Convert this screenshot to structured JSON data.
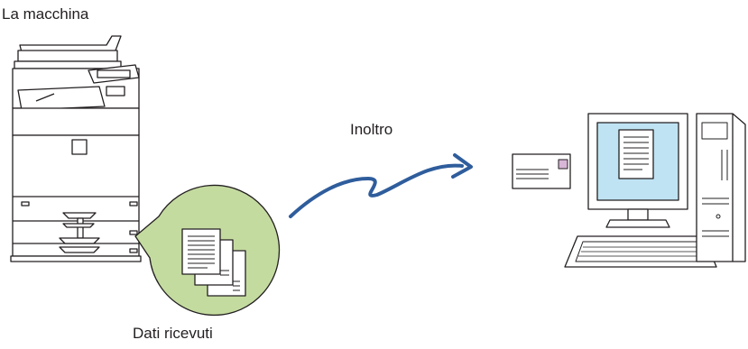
{
  "labels": {
    "machine": "La macchina",
    "forward": "Inoltro",
    "received_data": "Dati ricevuti"
  },
  "colors": {
    "arrow": "#2f5d9c",
    "bubble": "#c4dba0",
    "bubble_stroke": "#231f20",
    "line": "#231f20",
    "machine_fill": "#ffffff",
    "screen": "#bfe3f3",
    "stamp": "#d8b6d8"
  },
  "icons": {
    "machine": "mfp-printer-icon",
    "documents": "stacked-documents-icon",
    "email": "envelope-icon",
    "computer": "desktop-computer-icon"
  }
}
